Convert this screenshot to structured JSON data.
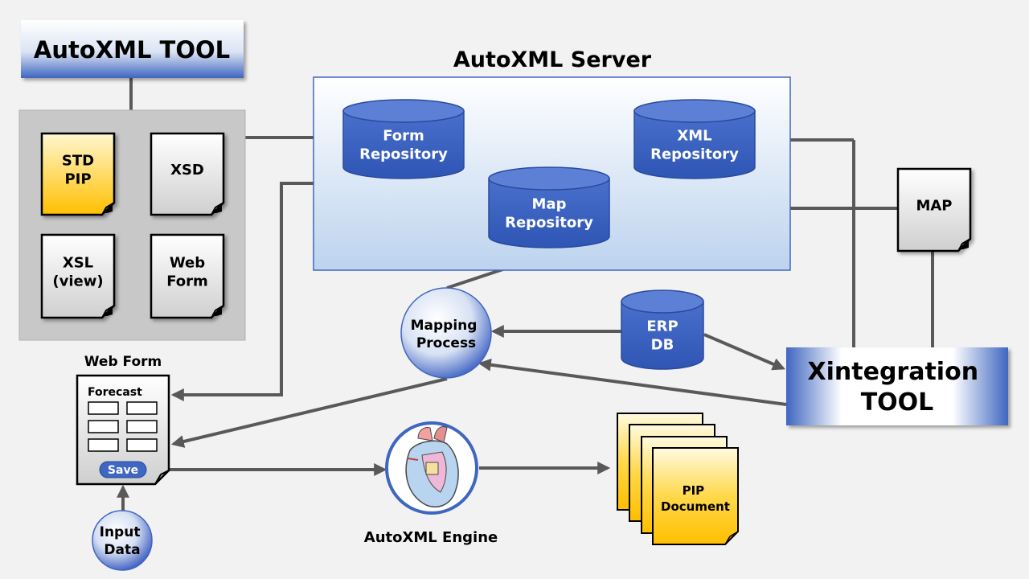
{
  "tool": {
    "title": "AutoXML TOOL"
  },
  "server": {
    "title": "AutoXML Server",
    "form_repository": [
      "Form",
      "Repository"
    ],
    "xml_repository": [
      "XML",
      "Repository"
    ],
    "map_repository": [
      "Map",
      "Repository"
    ]
  },
  "docs": {
    "std_pip": [
      "STD",
      "PIP"
    ],
    "xsd": [
      "XSD"
    ],
    "xsl": [
      "XSL",
      "(view)"
    ],
    "web_form": [
      "Web",
      "Form"
    ],
    "map": [
      "MAP"
    ]
  },
  "web_form_panel": {
    "title": "Web Form",
    "subtitle": "Forecast",
    "save_label": "Save"
  },
  "mapping_process": [
    "Mapping",
    "Process"
  ],
  "erp_db": [
    "ERP",
    "DB"
  ],
  "xintegration": [
    "Xintegration",
    "TOOL"
  ],
  "input_data": [
    "Input",
    "Data"
  ],
  "engine": {
    "label": "AutoXML Engine"
  },
  "pip_document": [
    "PIP",
    "Document"
  ],
  "colors": {
    "accent_blue": "#2f55b5",
    "doc_yellow": "#ffc000",
    "arrow_gray": "#595959",
    "panel_gray": "#c8c8c8"
  }
}
